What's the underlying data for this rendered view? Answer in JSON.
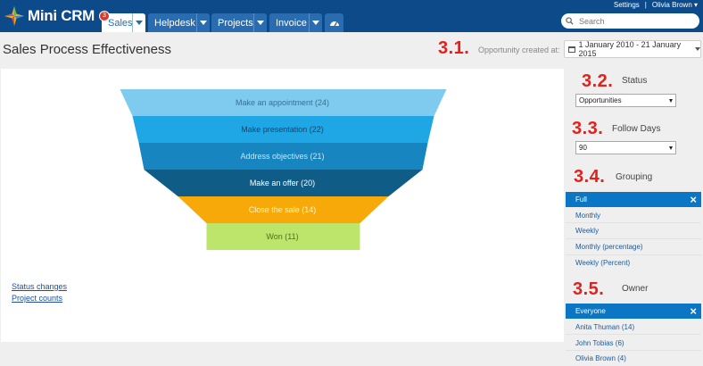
{
  "app": {
    "logo_text": "Mini CRM"
  },
  "nav": {
    "badge": "3",
    "tabs": [
      {
        "label": "Sales"
      },
      {
        "label": "Helpdesk"
      },
      {
        "label": "Projects"
      },
      {
        "label": "Invoice"
      }
    ]
  },
  "top_links": {
    "settings": "Settings",
    "separator": "|",
    "user": "Olivia Brown ▾"
  },
  "search": {
    "placeholder": "Search"
  },
  "page": {
    "title": "Sales Process Effectiveness"
  },
  "markers": {
    "m1": "3.1.",
    "m2": "3.2.",
    "m3": "3.3.",
    "m4": "3.4.",
    "m5": "3.5."
  },
  "date_filter": {
    "label": "Opportunity created at:",
    "value": "1 January 2010 - 21 January 2015"
  },
  "chart_data": {
    "type": "funnel",
    "stages": [
      {
        "label": "Make an appointment (24)",
        "value": 24,
        "color": "#7fcbf0",
        "text_color": "#3a6f8e"
      },
      {
        "label": "Make presentation (22)",
        "value": 22,
        "color": "#1fa6e4",
        "text_color": "#1d3f60"
      },
      {
        "label": "Address objectives (21)",
        "value": 21,
        "color": "#1785bf",
        "text_color": "#c9e6f6"
      },
      {
        "label": "Make an offer (20)",
        "value": 20,
        "color": "#0f5c87",
        "text_color": "#ffffff"
      },
      {
        "label": "Close the sale (14)",
        "value": 14,
        "color": "#f7a90a",
        "text_color": "#fff6d8"
      },
      {
        "label": "Won (11)",
        "value": 11,
        "color": "#bde56c",
        "text_color": "#4d7026"
      }
    ]
  },
  "links": {
    "status_changes": "Status changes",
    "project_counts": "Project counts"
  },
  "sidebar": {
    "status": {
      "title": "Status",
      "value": "Opportunities"
    },
    "follow_days": {
      "title": "Follow Days",
      "value": "90"
    },
    "grouping": {
      "title": "Grouping",
      "selected": "Full",
      "options": [
        "Monthly",
        "Weekly",
        "Monthly (percentage)",
        "Weekly (Percent)"
      ]
    },
    "owner": {
      "title": "Owner",
      "selected": "Everyone",
      "options": [
        "Anita Thuman (14)",
        "John Tobias (6)",
        "Olivia Brown (4)"
      ]
    }
  }
}
